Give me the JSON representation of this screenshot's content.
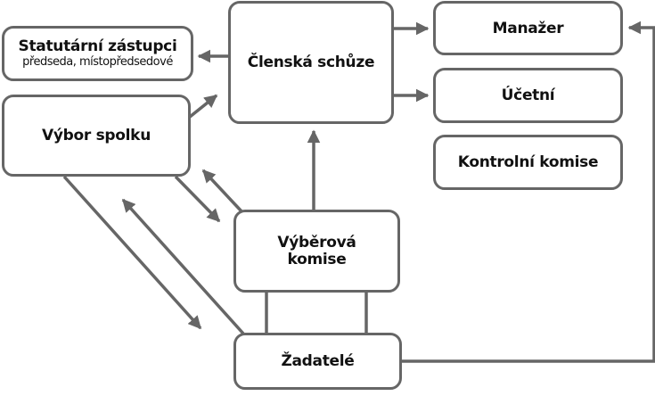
{
  "diagram": {
    "nodes": {
      "statutarni": {
        "title": "Statutární zástupci",
        "subtitle": "předseda, místopředsedové"
      },
      "vybor": {
        "title": "Výbor spolku"
      },
      "clenska": {
        "title": "Členská schůze"
      },
      "manazer": {
        "title": "Manažer"
      },
      "ucetni": {
        "title": "Účetní"
      },
      "kontrolni": {
        "title": "Kontrolní komise"
      },
      "vyberova": {
        "title_line1": "Výběrová",
        "title_line2": "komise"
      },
      "zadatele": {
        "title": "Žadatelé"
      }
    },
    "edges": [
      {
        "from": "Členská schůze",
        "to": "Statutární zástupci",
        "type": "arrow"
      },
      {
        "from": "Členská schůze",
        "to": "Manažer",
        "type": "arrow"
      },
      {
        "from": "Členská schůze",
        "to": "Účetní",
        "type": "arrow"
      },
      {
        "from": "Výbor spolku",
        "to": "Členská schůze",
        "type": "arrow"
      },
      {
        "from": "Výbor spolku",
        "to": "Výběrová komise",
        "type": "arrow"
      },
      {
        "from": "Výběrová komise",
        "to": "Výbor spolku",
        "type": "arrow"
      },
      {
        "from": "Výbor spolku",
        "to": "Žadatelé",
        "type": "arrow"
      },
      {
        "from": "Žadatelé",
        "to": "Výbor spolku",
        "type": "arrow"
      },
      {
        "from": "Výběrová komise",
        "to": "Členská schůze",
        "type": "arrow"
      },
      {
        "from": "Výběrová komise",
        "to": "Žadatelé",
        "type": "line"
      },
      {
        "from": "Žadatelé",
        "to": "Manažer",
        "type": "arrow"
      }
    ],
    "colors": {
      "stroke": "#666666",
      "text": "#111111",
      "background": "#ffffff"
    }
  }
}
